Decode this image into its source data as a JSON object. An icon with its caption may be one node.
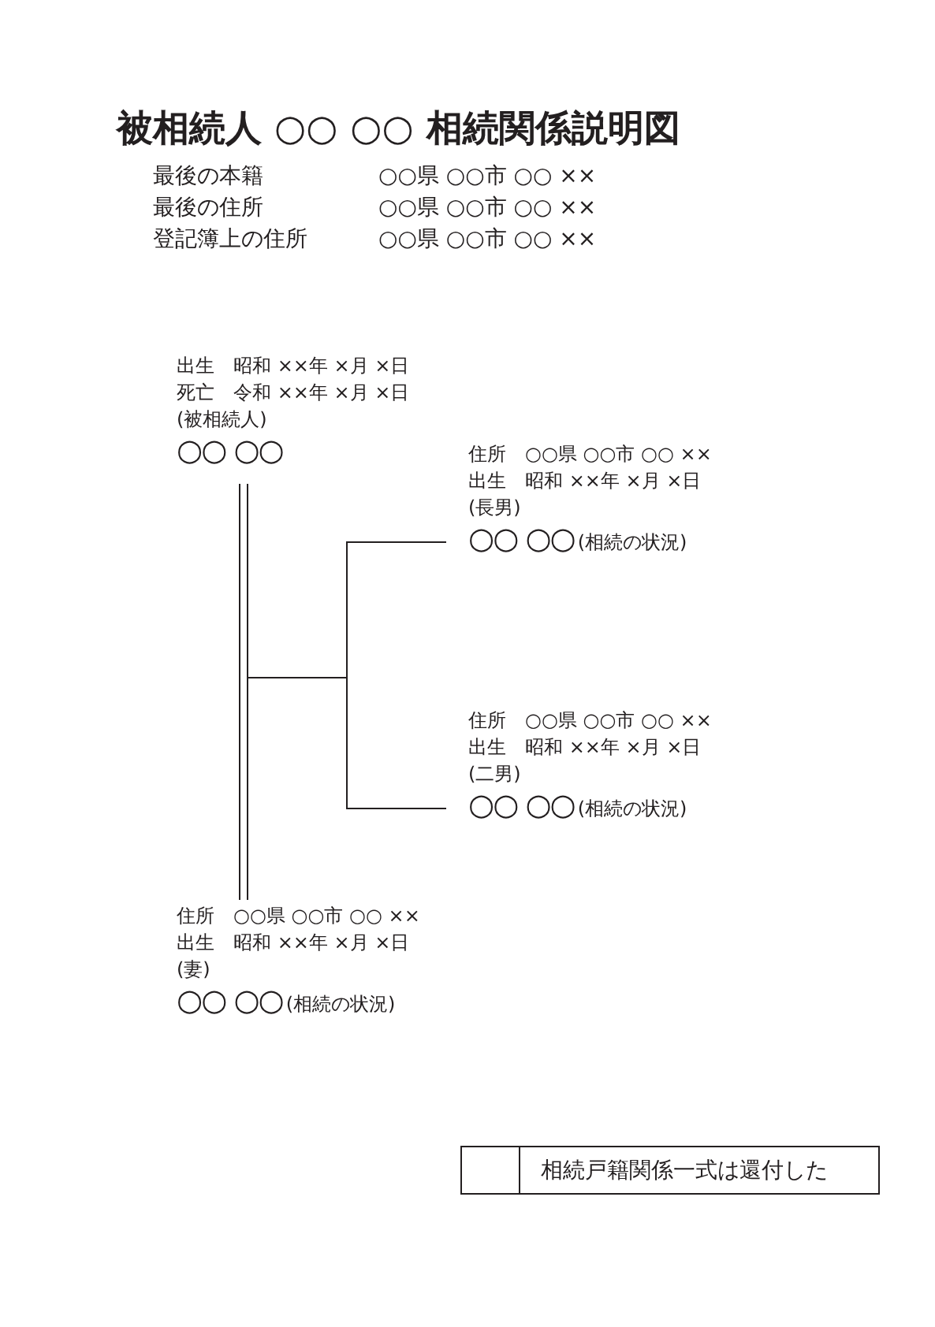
{
  "diagram": {
    "title": "被相続人 ○○ ○○ 相続関係説明図",
    "nodes": [
      {
        "text": [
          "出生　昭和 ××年 ×月 ×日",
          "死亡　令和 ××年 ×月 ×日",
          "(被相続人)",
          "○○ ○○"
        ]
      },
      {
        "text": [
          "住所　○○県 ○○市 ○○ ××",
          "出生　昭和 ××年 ×月 ×日",
          "(長男)",
          "○○ ○○",
          "(相続の状況)"
        ]
      },
      {
        "text": [
          "住所　○○県 ○○市 ○○ ××",
          "出生　昭和 ××年 ×月 ×日",
          "(二男)",
          "○○ ○○",
          "(相続の状況)"
        ]
      },
      {
        "text": [
          "住所　○○県 ○○市 ○○ ××",
          "出生　昭和 ××年 ×月 ×日",
          "(妻)",
          "○○ ○○",
          "(相続の状況)"
        ]
      },
      {
        "text": [
          "相続戸籍関係一式は還付した"
        ]
      }
    ],
    "edges": [
      {
        "from": 0,
        "to": 3,
        "arrow": "none"
      },
      {
        "from": null,
        "to": 1,
        "arrow": "none"
      },
      {
        "from": null,
        "to": 2,
        "arrow": "none"
      }
    ],
    "labels": [
      "最後の本籍",
      "○○県 ○○市 ○○ ××",
      "最後の住所",
      "○○県 ○○市 ○○ ××",
      "登記簿上の住所",
      "○○県 ○○市 ○○ ××"
    ]
  }
}
